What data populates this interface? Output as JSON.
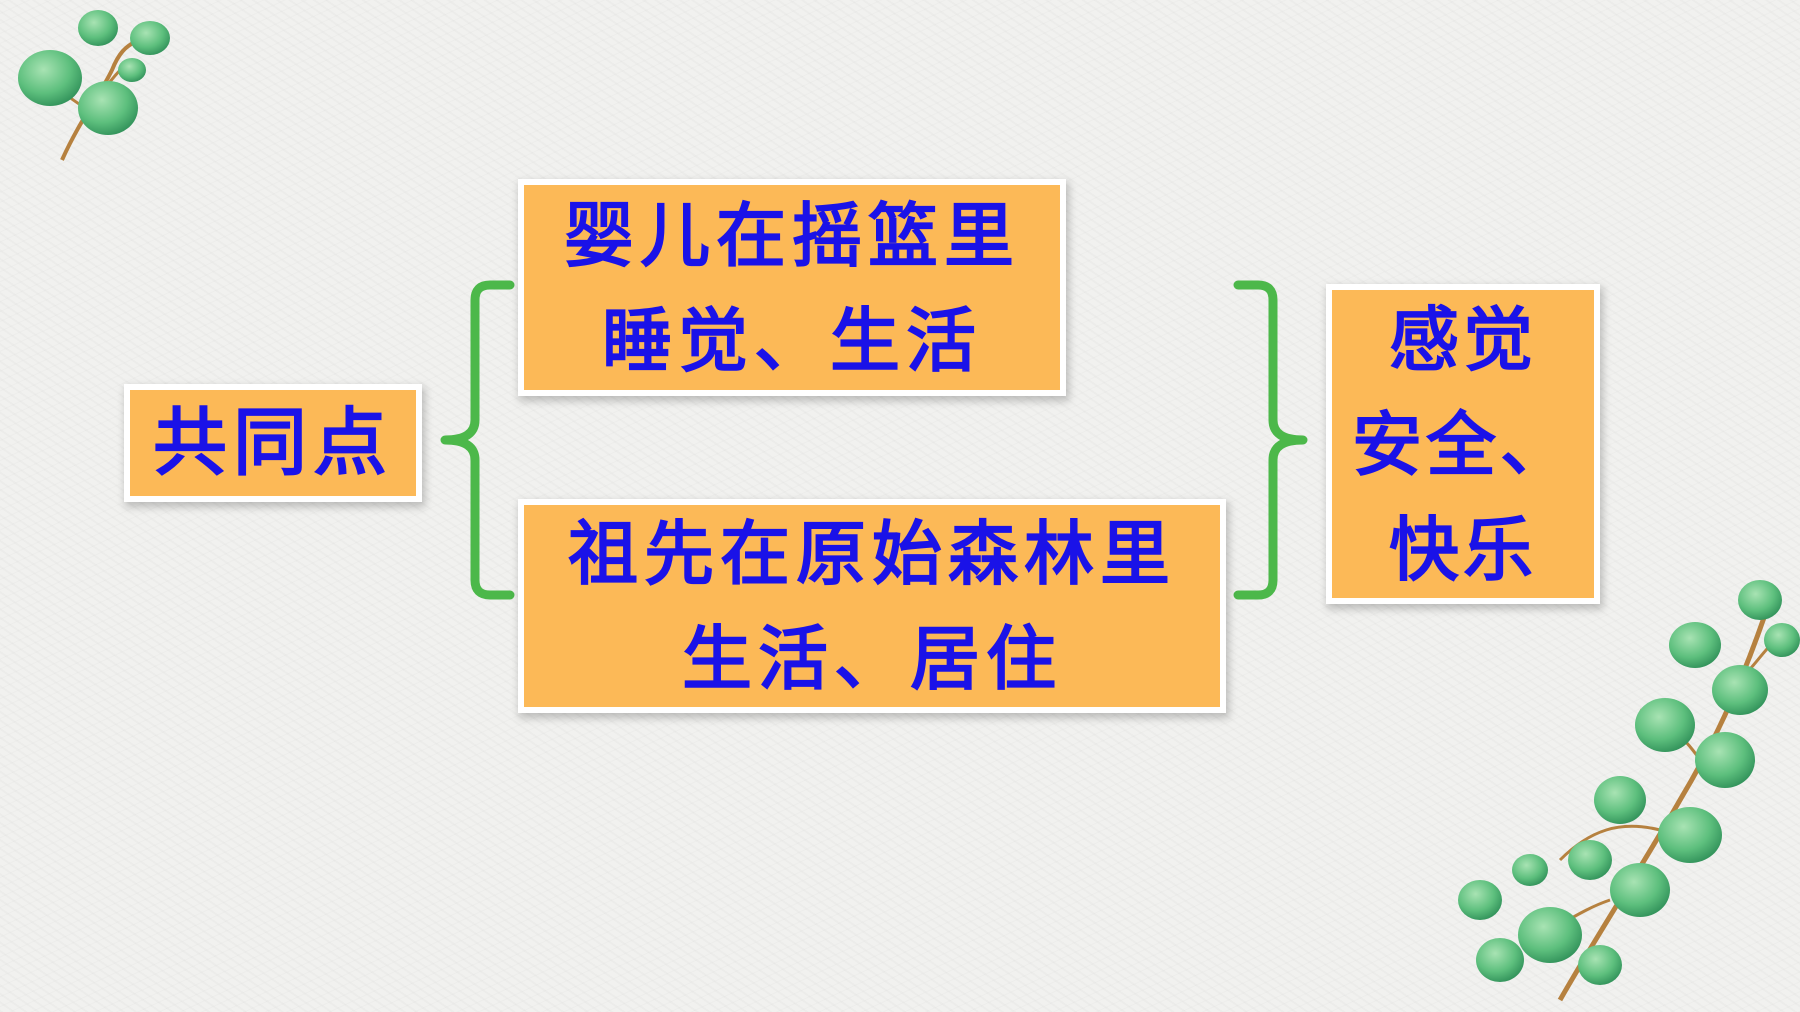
{
  "diagram": {
    "common_label": "共同点",
    "cases": [
      {
        "lines": [
          "婴儿在摇篮里",
          "睡觉、生活"
        ]
      },
      {
        "lines": [
          "祖先在原始森林里",
          "生活、居住"
        ]
      }
    ],
    "result": {
      "lines": [
        "感觉",
        "安全、",
        "快乐"
      ]
    }
  },
  "colors": {
    "box_fill": "#fcb957",
    "text": "#1a12e8",
    "bracket": "#4cb84a",
    "leaf": "#5dbf7d"
  },
  "decorations": [
    "leaf-branch-top-left",
    "leaf-branch-bottom-right"
  ]
}
